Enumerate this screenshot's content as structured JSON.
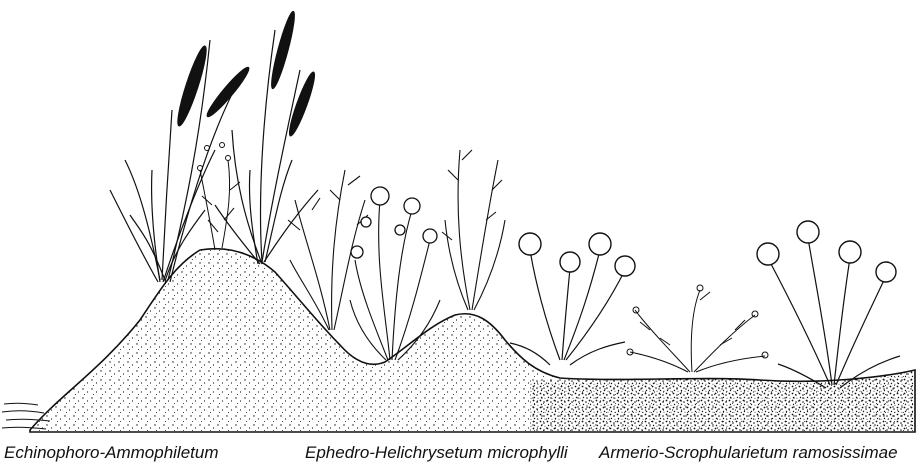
{
  "colors": {
    "ink": "#111111",
    "sand_fill": "#ffffff",
    "background": "#ffffff"
  },
  "captions": {
    "zone_1": "Echinophoro-Ammophiletum",
    "zone_2": "Ephedro-Helichrysetum  microphylli",
    "zone_3": "Armerio-Scrophularietum  ramosissimae"
  }
}
